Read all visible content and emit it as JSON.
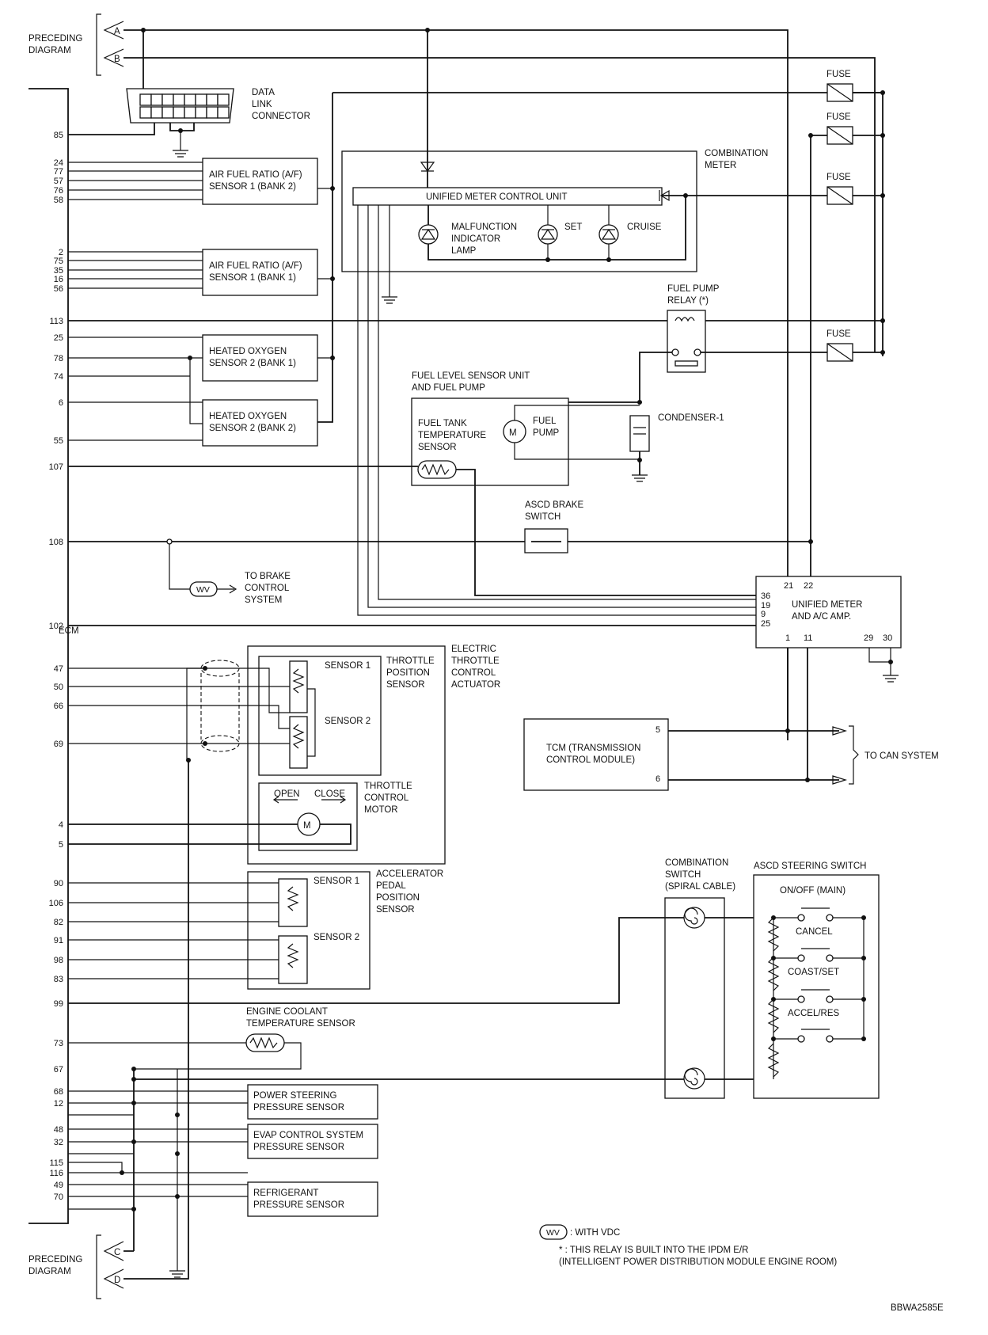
{
  "preceding_diagram": "PRECEDING\nDIAGRAM",
  "connectors": {
    "a": "A",
    "b": "B",
    "c": "C",
    "d": "D"
  },
  "ecm_label": "ECM",
  "ecm_pins": [
    "85",
    "24",
    "77",
    "57",
    "76",
    "58",
    "2",
    "75",
    "35",
    "16",
    "56",
    "113",
    "25",
    "78",
    "74",
    "6",
    "55",
    "107",
    "108",
    "102",
    "47",
    "50",
    "66",
    "69",
    "4",
    "5",
    "90",
    "106",
    "82",
    "91",
    "98",
    "83",
    "99",
    "73",
    "67",
    "68",
    "12",
    "48",
    "32",
    "115",
    "116",
    "49",
    "70"
  ],
  "components": {
    "data_link_connector": "DATA\nLINK\nCONNECTOR",
    "af_sensor_bank2": "AIR FUEL RATIO (A/F)\nSENSOR 1 (BANK 2)",
    "af_sensor_bank1": "AIR FUEL RATIO (A/F)\nSENSOR 1 (BANK 1)",
    "ho2s_bank1": "HEATED OXYGEN\nSENSOR 2 (BANK 1)",
    "ho2s_bank2": "HEATED OXYGEN\nSENSOR 2 (BANK 2)",
    "combination_meter": "COMBINATION\nMETER",
    "unified_meter_control_unit": "UNIFIED METER CONTROL UNIT",
    "malfunction_indicator_lamp": "MALFUNCTION\nINDICATOR\nLAMP",
    "set": "SET",
    "cruise": "CRUISE",
    "fuse": "FUSE",
    "fuel_pump_relay": "FUEL PUMP\nRELAY (*)",
    "fuel_level_sensor_unit": "FUEL LEVEL SENSOR UNIT\nAND FUEL PUMP",
    "fuel_tank_temp_sensor": "FUEL TANK\nTEMPERATURE\nSENSOR",
    "fuel_pump": "FUEL\nPUMP",
    "condenser": "CONDENSER-1",
    "ascd_brake_switch": "ASCD BRAKE\nSWITCH",
    "to_brake_control": "TO BRAKE\nCONTROL\nSYSTEM",
    "wv": "WV",
    "unified_meter_ac_amp": "UNIFIED METER\nAND A/C AMP.",
    "electric_throttle_actuator": "ELECTRIC\nTHROTTLE\nCONTROL\nACTUATOR",
    "throttle_position_sensor": "THROTTLE\nPOSITION\nSENSOR",
    "sensor1": "SENSOR 1",
    "sensor2": "SENSOR 2",
    "throttle_control_motor": "THROTTLE\nCONTROL\nMOTOR",
    "open": "OPEN",
    "close": "CLOSE",
    "motor": "M",
    "tcm": "TCM (TRANSMISSION\nCONTROL MODULE)",
    "to_can_system": "TO CAN SYSTEM",
    "accelerator_pedal_sensor": "ACCELERATOR\nPEDAL\nPOSITION\nSENSOR",
    "combination_switch": "COMBINATION\nSWITCH\n(SPIRAL CABLE)",
    "ascd_steering_switch": "ASCD STEERING SWITCH",
    "on_off": "ON/OFF (MAIN)",
    "cancel": "CANCEL",
    "coast_set": "COAST/SET",
    "accel_res": "ACCEL/RES",
    "engine_coolant_sensor": "ENGINE COOLANT\nTEMPERATURE SENSOR",
    "power_steering_sensor": "POWER STEERING\nPRESSURE SENSOR",
    "evap_sensor": "EVAP CONTROL SYSTEM\nPRESSURE SENSOR",
    "refrigerant_sensor": "REFRIGERANT\nPRESSURE SENSOR"
  },
  "amp_pins": {
    "top": [
      "21",
      "22"
    ],
    "left": [
      "36",
      "19",
      "9",
      "25"
    ],
    "bottom": [
      "1",
      "11",
      "29",
      "30"
    ]
  },
  "tcm_pins": [
    "5",
    "6"
  ],
  "legend": {
    "wv_note": ": WITH VDC",
    "star_note": "* : THIS RELAY IS BUILT INTO THE IPDM E/R\n(INTELLIGENT POWER DISTRIBUTION MODULE ENGINE ROOM)"
  },
  "diagram_code": "BBWA2585E"
}
